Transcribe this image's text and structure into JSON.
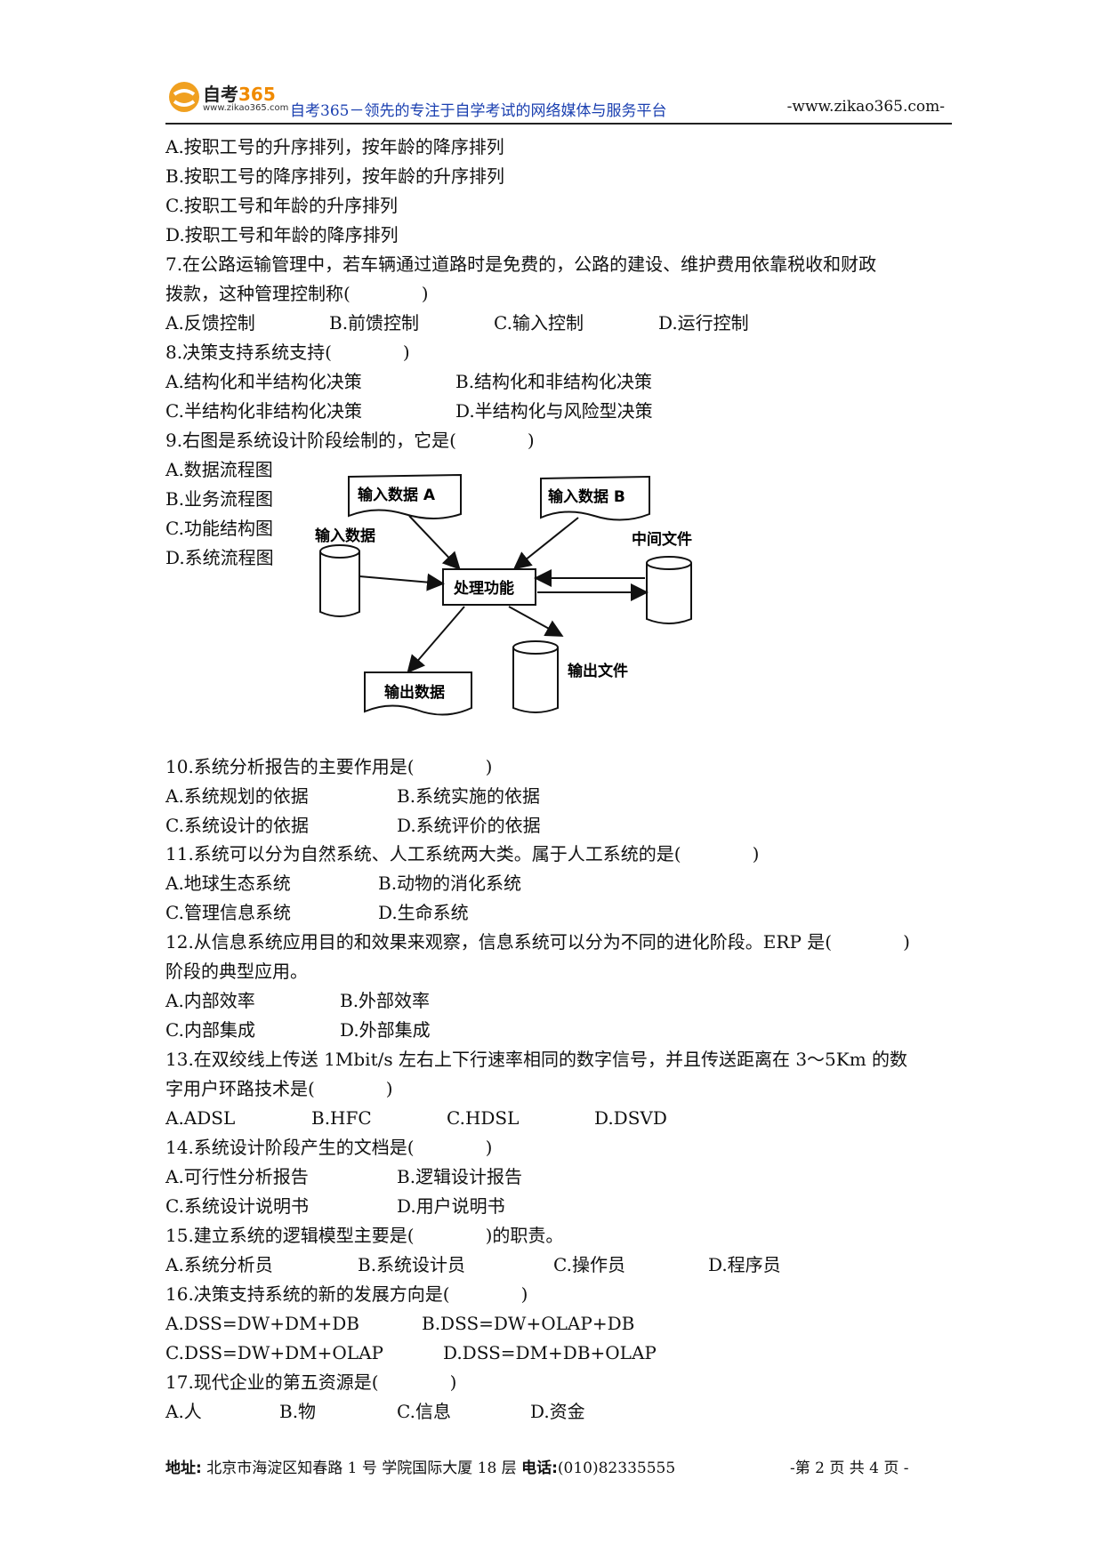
{
  "header": {
    "logo_name": "自考",
    "logo_num": "365",
    "logo_url": "www.zikao365.com",
    "slogan": "自考365－领先的专注于自学考试的网络媒体与服务平台",
    "site": "-www.zikao365.com-"
  },
  "q6": {
    "options": [
      "A.按职工号的升序排列，按年龄的降序排列",
      "B.按职工号的降序排列，按年龄的升序排列",
      "C.按职工号和年龄的升序排列",
      "D.按职工号和年龄的降序排列"
    ]
  },
  "q7": {
    "line1": "7.在公路运输管理中，若车辆通过道路时是免费的，公路的建设、维护费用依靠税收和财政",
    "line2": "拨款，这种管理控制称(　　　　)",
    "options": [
      "A.反馈控制",
      "B.前馈控制",
      "C.输入控制",
      "D.运行控制"
    ]
  },
  "q8": {
    "stem": "8.决策支持系统支持(　　　　)",
    "options": [
      "A.结构化和半结构化决策",
      "B.结构化和非结构化决策",
      "C.半结构化非结构化决策",
      "D.半结构化与风险型决策"
    ]
  },
  "q9": {
    "stem": "9.右图是系统设计阶段绘制的，它是(　　　　)",
    "options": [
      "A.数据流程图",
      "B.业务流程图",
      "C.功能结构图",
      "D.系统流程图"
    ],
    "diagram": {
      "input_a": "输入数据 A",
      "input_b": "输入数据 B",
      "input_data": "输入数据",
      "middle_file": "中间文件",
      "process": "处理功能",
      "output_data": "输出数据",
      "output_file": "输出文件"
    }
  },
  "q10": {
    "stem": "10.系统分析报告的主要作用是(　　　　)",
    "options": [
      "A.系统规划的依据",
      "B.系统实施的依据",
      "C.系统设计的依据",
      "D.系统评价的依据"
    ]
  },
  "q11": {
    "stem": "11.系统可以分为自然系统、人工系统两大类。属于人工系统的是(　　　　)",
    "options": [
      "A.地球生态系统",
      "B.动物的消化系统",
      "C.管理信息系统",
      "D.生命系统"
    ]
  },
  "q12": {
    "line1": "12.从信息系统应用目的和效果来观察，信息系统可以分为不同的进化阶段。ERP 是(　　　　)",
    "line2": "阶段的典型应用。",
    "options": [
      "A.内部效率",
      "B.外部效率",
      "C.内部集成",
      "D.外部集成"
    ]
  },
  "q13": {
    "line1": "13.在双绞线上传送 1Mbit/s 左右上下行速率相同的数字信号，并且传送距离在 3～5Km 的数",
    "line2": "字用户环路技术是(　　　　)",
    "options": [
      "A.ADSL",
      "B.HFC",
      "C.HDSL",
      "D.DSVD"
    ]
  },
  "q14": {
    "stem": "14.系统设计阶段产生的文档是(　　　　)",
    "options": [
      "A.可行性分析报告",
      "B.逻辑设计报告",
      "C.系统设计说明书",
      "D.用户说明书"
    ]
  },
  "q15": {
    "stem": "15.建立系统的逻辑模型主要是(　　　　)的职责。",
    "options": [
      "A.系统分析员",
      "B.系统设计员",
      "C.操作员",
      "D.程序员"
    ]
  },
  "q16": {
    "stem": "16.决策支持系统的新的发展方向是(　　　　)",
    "options": [
      "A.DSS=DW+DM+DB",
      "B.DSS=DW+OLAP+DB",
      "C.DSS=DW+DM+OLAP",
      "D.DSS=DM+DB+OLAP"
    ]
  },
  "q17": {
    "stem": "17.现代企业的第五资源是(　　　　)",
    "options": [
      "A.人",
      "B.物",
      "C.信息",
      "D.资金"
    ]
  },
  "footer": {
    "addr_label": "地址:",
    "addr": "北京市海淀区知春路 1 号  学院国际大厦 18 层",
    "tel_label": "电话:",
    "tel": "(010)82335555",
    "page": "-第 2 页 共 4 页 -"
  }
}
